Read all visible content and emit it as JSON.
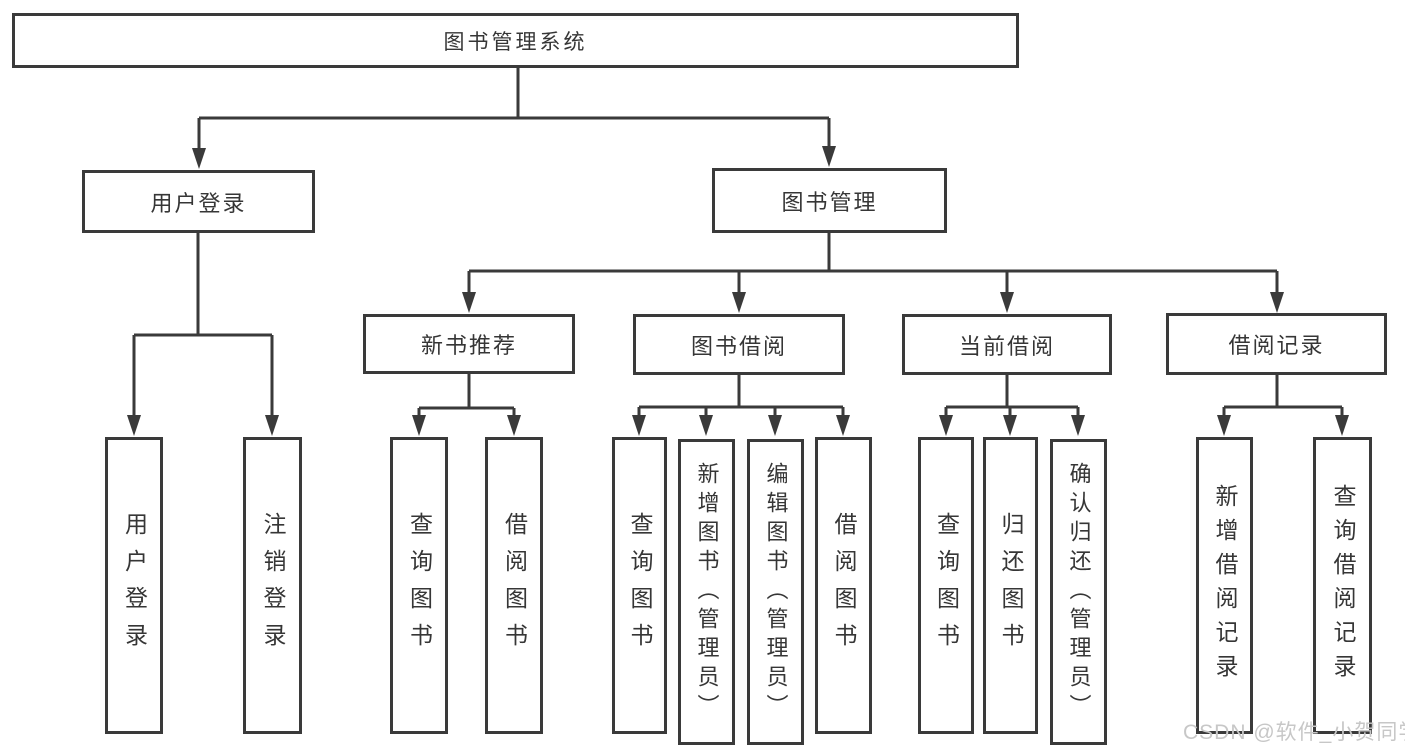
{
  "nodes": {
    "root": "图书管理系统",
    "level2": [
      "用户登录",
      "图书管理"
    ],
    "level3": [
      "新书推荐",
      "图书借阅",
      "当前借阅",
      "借阅记录"
    ],
    "leaves": [
      "用户登录",
      "注销登录",
      "查询图书",
      "借阅图书",
      "查询图书",
      "新增图书（管理员）",
      "编辑图书（管理员）",
      "借阅图书",
      "查询图书",
      "归还图书",
      "确认归还（管理员）",
      "新增借阅记录",
      "查询借阅记录"
    ]
  },
  "watermark": "CSDN @软件_小贺同学",
  "colors": {
    "line": "#3a3a3a",
    "text": "#363636",
    "watermark": "#c7c7c7",
    "background": "#ffffff"
  }
}
